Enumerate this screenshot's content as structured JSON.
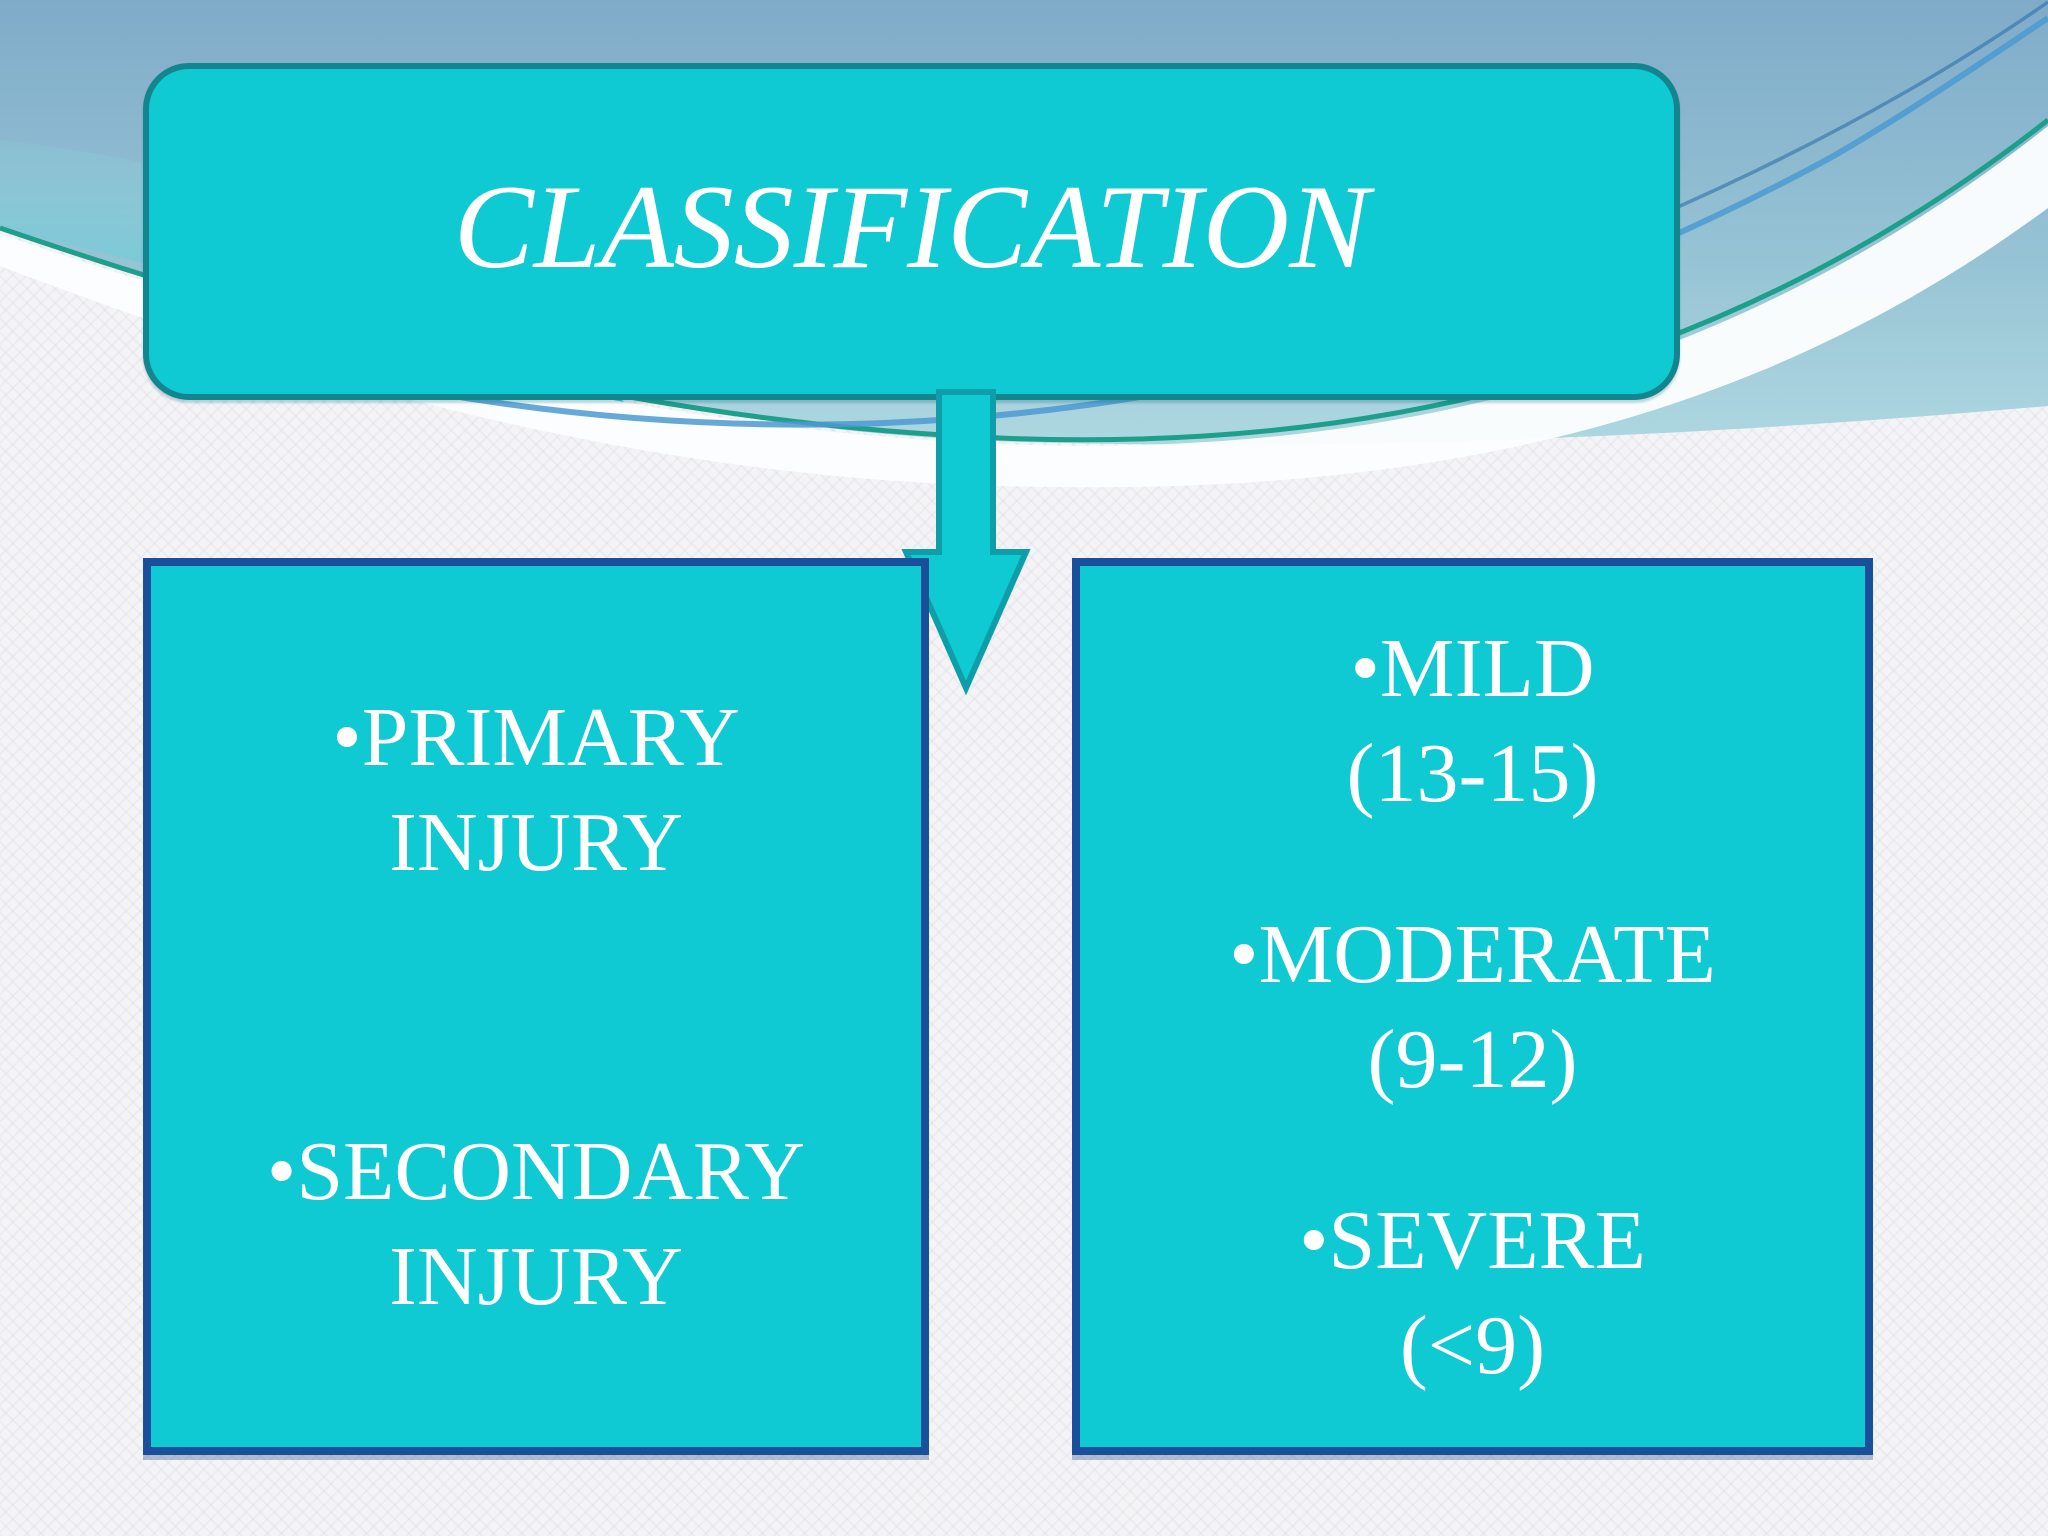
{
  "slide": {
    "title": "CLASSIFICATION",
    "left_box": {
      "items": [
        {
          "lines": [
            "•PRIMARY",
            "INJURY"
          ]
        },
        {
          "lines": [
            "•SECONDARY",
            "INJURY"
          ]
        }
      ]
    },
    "right_box": {
      "items": [
        {
          "lines": [
            "•MILD",
            "(13-15)"
          ]
        },
        {
          "lines": [
            "•MODERATE",
            "(9-12)"
          ]
        },
        {
          "lines": [
            "•SEVERE",
            "(<9)"
          ]
        }
      ]
    },
    "colors": {
      "box_fill": "#0FC9D3",
      "title_border": "#13858E",
      "content_border": "#1A4F9C",
      "arrow_fill": "#0FC9D3",
      "arrow_border": "#0D9EA9",
      "text_color": "#FFFFFF",
      "sky_top": "#7FABC9",
      "sky_bottom": "#AED7E0",
      "aqua_accent": "#2FBFC9",
      "teal_line": "#1CA08C",
      "blue_line": "#4B9AD2"
    }
  }
}
